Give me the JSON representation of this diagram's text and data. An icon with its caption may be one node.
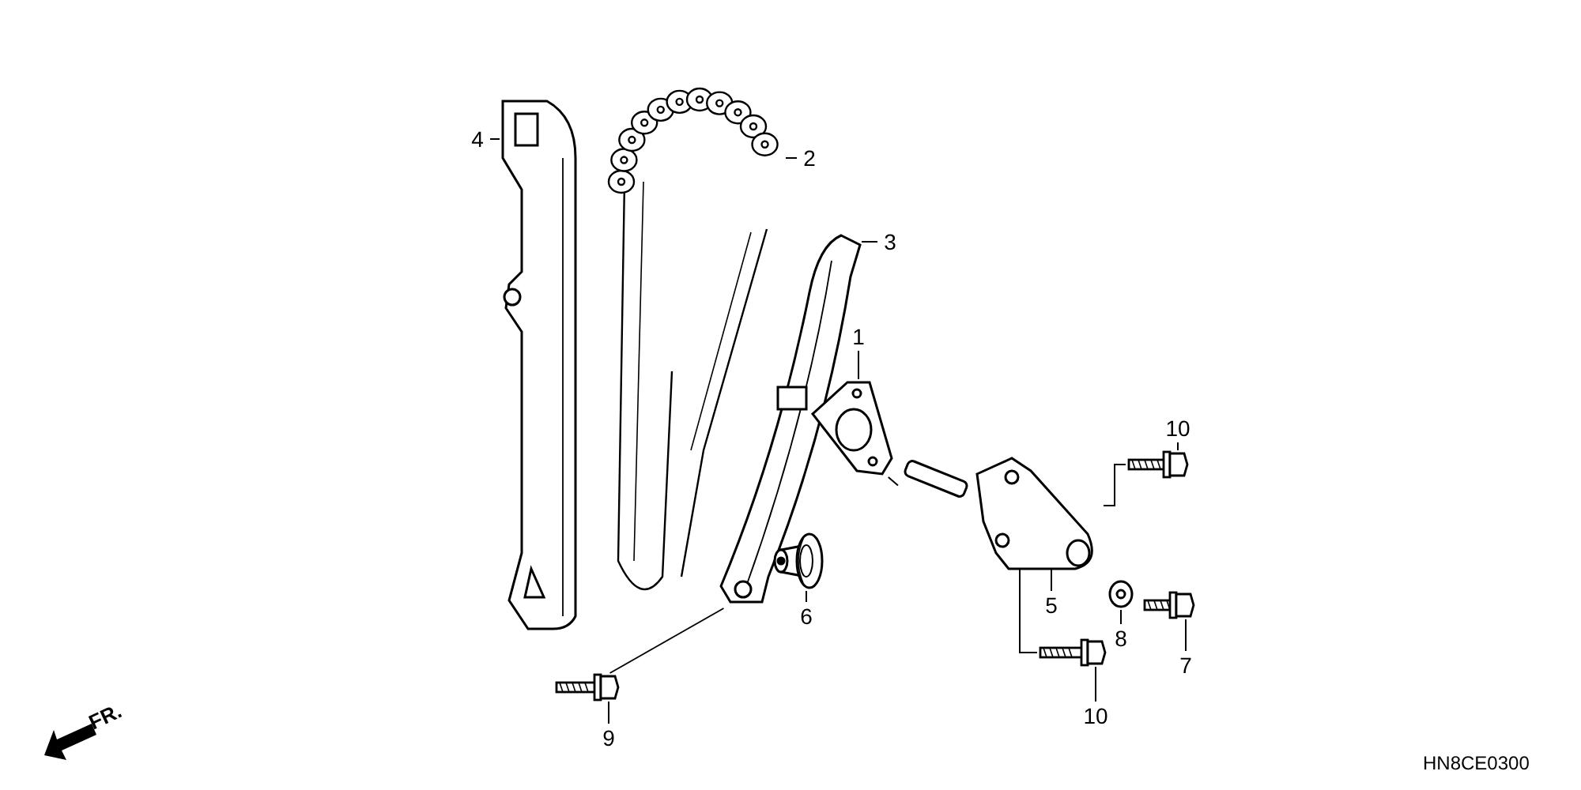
{
  "diagram": {
    "nodes": [
      {
        "text": [
          "4"
        ]
      },
      {
        "text": [
          "2"
        ]
      },
      {
        "text": [
          "3"
        ]
      },
      {
        "text": [
          "1"
        ]
      },
      {
        "text": [
          "10"
        ]
      },
      {
        "text": [
          "5"
        ]
      },
      {
        "text": [
          "6"
        ]
      },
      {
        "text": [
          "8"
        ]
      },
      {
        "text": [
          "7"
        ]
      },
      {
        "text": [
          "9"
        ]
      },
      {
        "text": [
          "10"
        ]
      },
      {
        "text": [],
        "shape": "picture"
      },
      {
        "text": [],
        "shape": "picture"
      },
      {
        "text": [],
        "shape": "picture"
      },
      {
        "text": [],
        "shape": "picture"
      },
      {
        "text": [],
        "shape": "picture"
      },
      {
        "text": [],
        "shape": "picture"
      },
      {
        "text": [],
        "shape": "picture"
      },
      {
        "text": [],
        "shape": "picture"
      },
      {
        "text": [],
        "shape": "picture"
      },
      {
        "text": [],
        "shape": "picture"
      },
      {
        "text": [],
        "shape": "picture"
      }
    ],
    "edges": [
      {
        "from": 0,
        "to": 11,
        "arrow": "none"
      },
      {
        "from": 1,
        "to": 12,
        "arrow": "none"
      },
      {
        "from": 2,
        "to": 13,
        "arrow": "none"
      },
      {
        "from": 3,
        "to": 14,
        "arrow": "none"
      },
      {
        "from": 4,
        "to": 16,
        "arrow": "none"
      },
      {
        "from": 5,
        "to": 15,
        "arrow": "none"
      },
      {
        "from": 6,
        "to": 17,
        "arrow": "none"
      },
      {
        "from": 7,
        "to": 18,
        "arrow": "none"
      },
      {
        "from": 8,
        "to": 19,
        "arrow": "none"
      },
      {
        "from": 9,
        "to": 20,
        "arrow": "none"
      },
      {
        "from": 10,
        "to": 21,
        "arrow": "none"
      },
      {
        "from": 14,
        "to": 15,
        "arrow": "none"
      },
      {
        "from": 15,
        "to": 16,
        "arrow": "none"
      },
      {
        "from": 15,
        "to": 21,
        "arrow": "none"
      },
      {
        "from": 20,
        "to": 13,
        "arrow": "none"
      }
    ],
    "labels": [
      "FR.",
      "HN8CE0300"
    ]
  }
}
